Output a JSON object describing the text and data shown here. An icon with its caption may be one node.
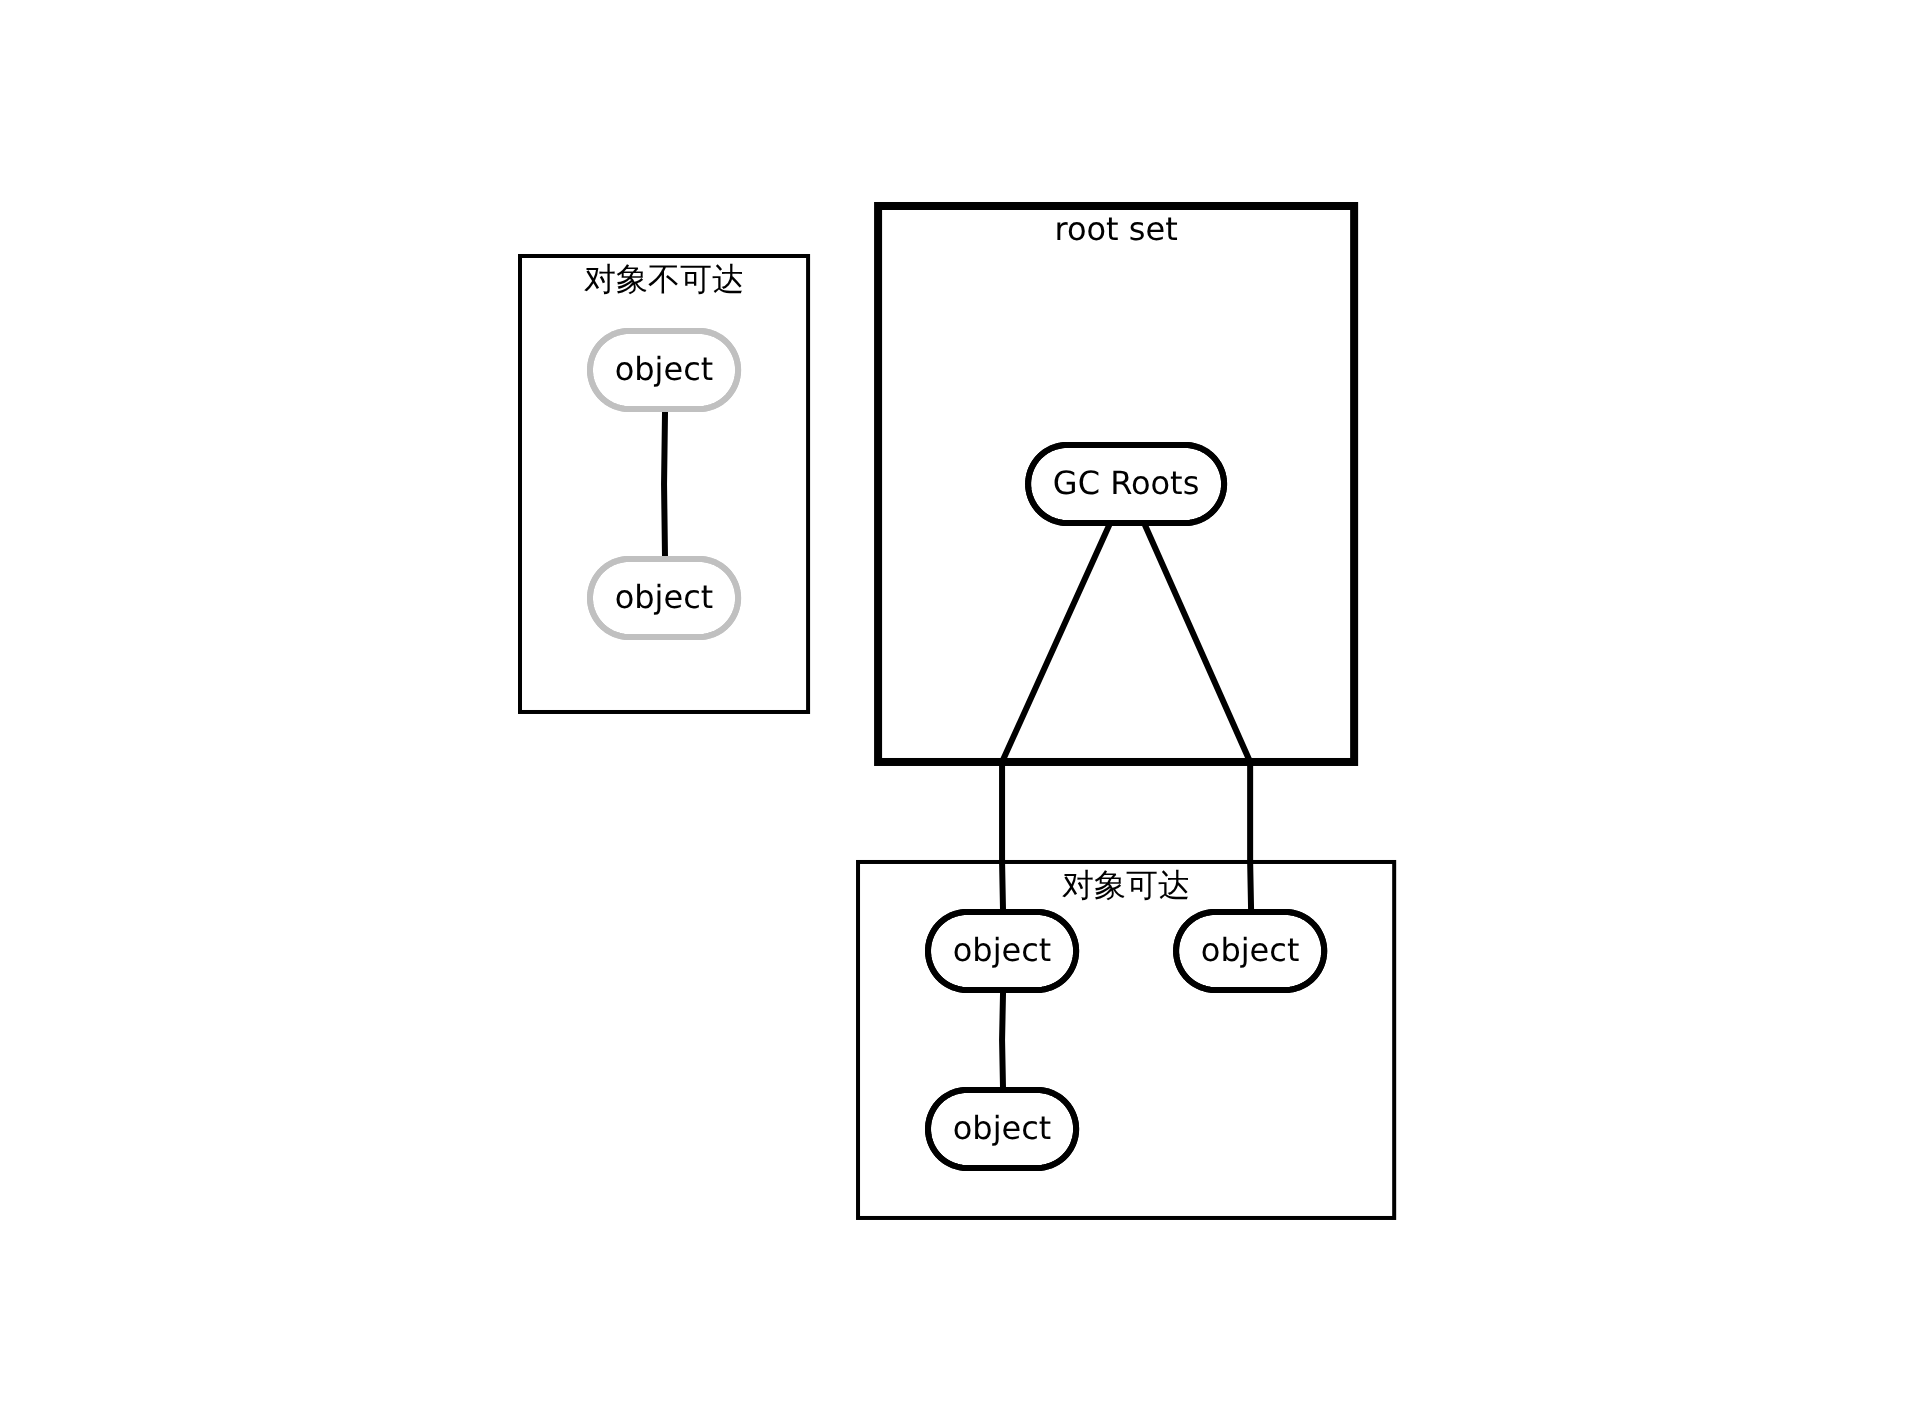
{
  "diagram": {
    "nodes": [
      {
        "text": [
          "root set"
        ]
      },
      {
        "text": [
          "GC Roots"
        ],
        "in": 0
      },
      {
        "text": [
          "对象可达"
        ]
      },
      {
        "text": [
          "object"
        ],
        "in": 2
      },
      {
        "text": [
          "object"
        ],
        "in": 2
      },
      {
        "text": [
          "object"
        ],
        "in": 2
      },
      {
        "text": [
          "对象不可达"
        ]
      },
      {
        "text": [
          "object"
        ],
        "in": 6
      },
      {
        "text": [
          "object"
        ],
        "in": 6
      }
    ],
    "edges": [
      {
        "from": 1,
        "to": 3,
        "arrow": "none"
      },
      {
        "from": 1,
        "to": 4,
        "arrow": "none"
      },
      {
        "from": 3,
        "to": 5,
        "arrow": "none"
      },
      {
        "from": 7,
        "to": 8,
        "arrow": "none"
      }
    ]
  }
}
